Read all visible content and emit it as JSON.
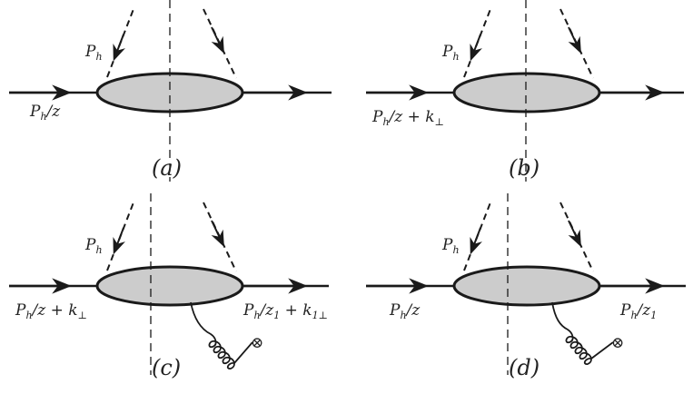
{
  "colors": {
    "line": "#1a1a1a",
    "blob_fill": "#cccccc",
    "background": "#ffffff"
  },
  "panels": [
    {
      "id": "a",
      "caption": "(a)",
      "hadron_label": "P",
      "hadron_sub": "h",
      "in_label": "P",
      "in_sub": "h",
      "in_rest": "/z",
      "out_label": "",
      "has_gluon": false
    },
    {
      "id": "b",
      "caption": "(b)",
      "hadron_label": "P",
      "hadron_sub": "h",
      "in_label": "P",
      "in_sub": "h",
      "in_rest": "/z + k",
      "in_sub2": "⊥",
      "out_label": "",
      "has_gluon": false
    },
    {
      "id": "c",
      "caption": "(c)",
      "hadron_label": "P",
      "hadron_sub": "h",
      "in_label": "P",
      "in_sub": "h",
      "in_rest": "/z + k",
      "in_sub2": "⊥",
      "out_label": "P",
      "out_sub": "h",
      "out_rest": "/z",
      "out_sub_z": "1",
      "out_plus": " + k",
      "out_sub2": "1⊥",
      "has_gluon": true,
      "gluon_end": "⊗"
    },
    {
      "id": "d",
      "caption": "(d)",
      "hadron_label": "P",
      "hadron_sub": "h",
      "in_label": "P",
      "in_sub": "h",
      "in_rest": "/z",
      "out_label": "P",
      "out_sub": "h",
      "out_rest": "/z",
      "out_sub_z": "1",
      "has_gluon": true,
      "gluon_end": "⊗"
    }
  ]
}
